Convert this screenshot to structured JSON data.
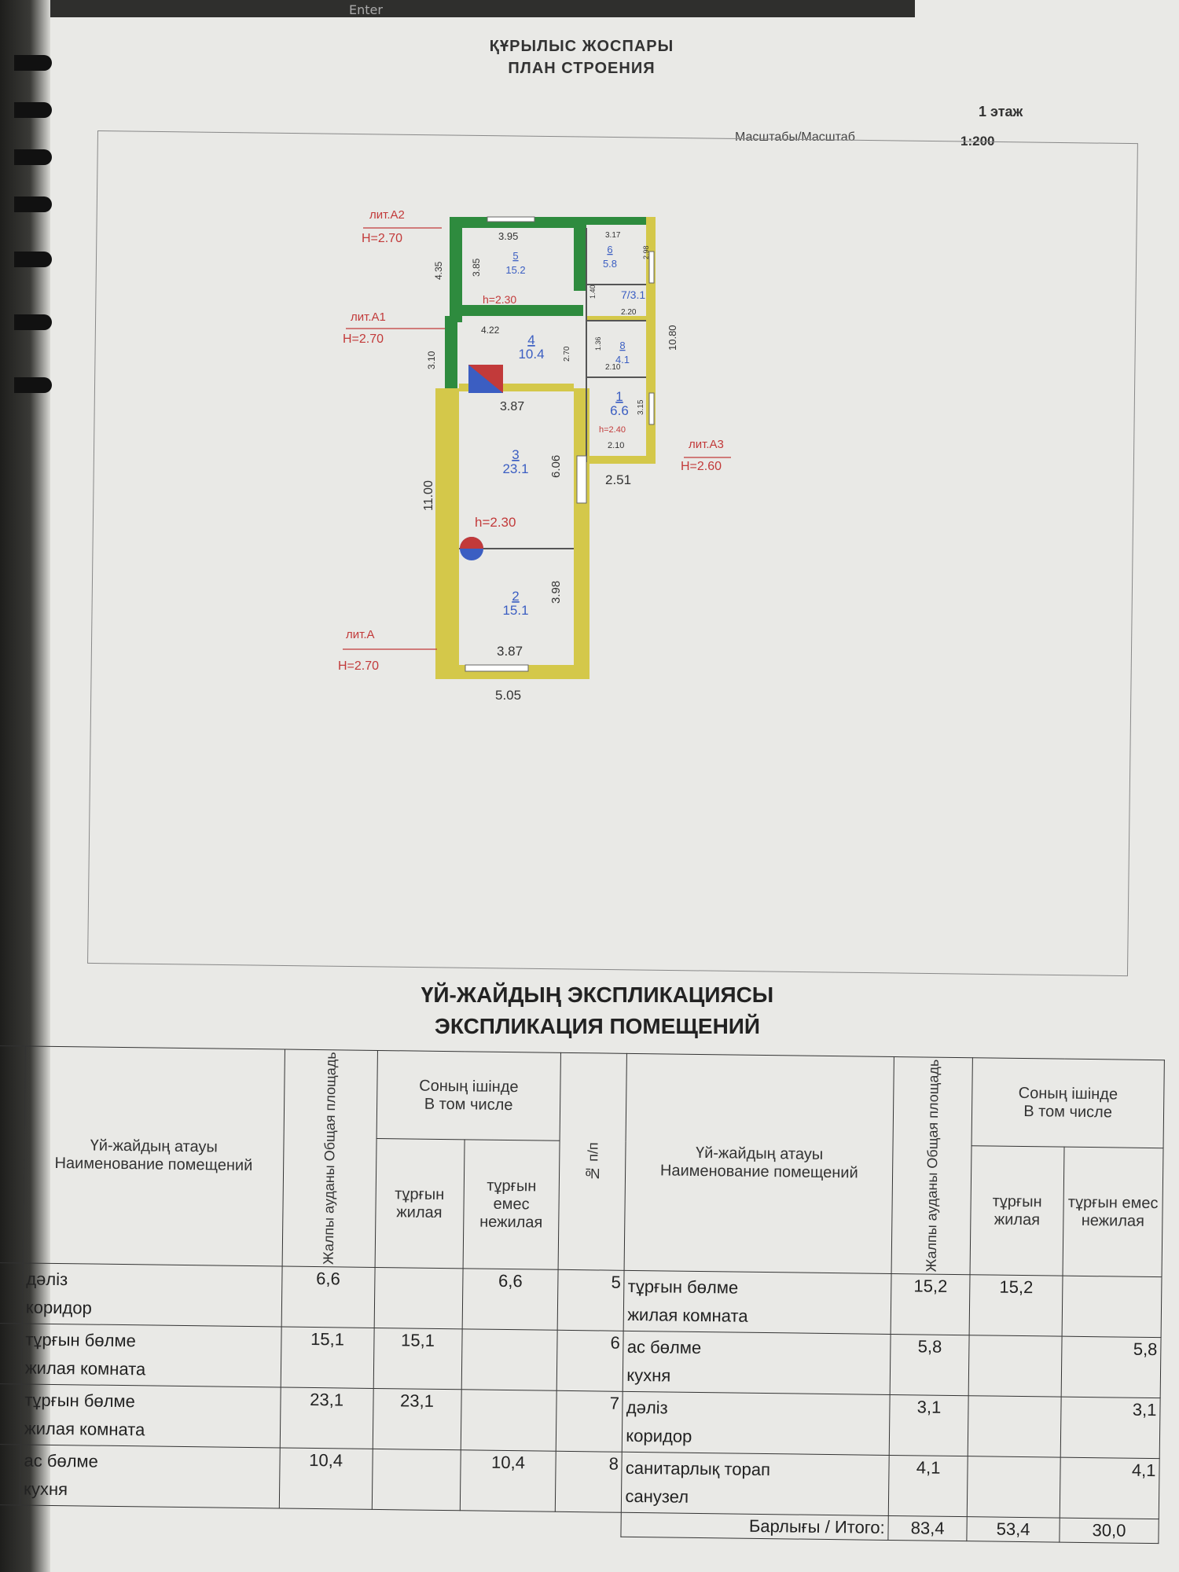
{
  "topbar": {
    "enter": "Enter"
  },
  "header": {
    "title_kz": "ҚҰРЫЛЫС ЖОСПАРЫ",
    "title_ru": "ПЛАН СТРОЕНИЯ",
    "floor": "1 этаж",
    "scale_label": "Масштабы/Масштаб",
    "scale_value": "1:200"
  },
  "plan": {
    "colors": {
      "green": "#2e8b3e",
      "yellow": "#d4c84a",
      "red": "#c23a3a",
      "blue": "#3b5ec2"
    },
    "lit_labels": [
      {
        "name": "лит.А2",
        "h": "Н=2.70"
      },
      {
        "name": "лит.А1",
        "h": "Н=2.70"
      },
      {
        "name": "лит.А3",
        "h": "Н=2.60"
      },
      {
        "name": "лит.А",
        "h": "Н=2.70"
      }
    ],
    "rooms": [
      {
        "no": "5",
        "area": "15.2"
      },
      {
        "no": "6",
        "area": "5.8"
      },
      {
        "no": "7",
        "area": "7/3.1"
      },
      {
        "no": "4",
        "area": "10.4"
      },
      {
        "no": "8",
        "area": "4.1"
      },
      {
        "no": "1",
        "area": "6.6"
      },
      {
        "no": "3",
        "area": "23.1"
      },
      {
        "no": "2",
        "area": "15.1"
      }
    ],
    "heights": [
      "h=2.30",
      "h=2.40",
      "h=2.30"
    ],
    "dims": [
      "3.95",
      "4.35",
      "3.85",
      "3.17",
      "2.98",
      "4.22",
      "3.10",
      "2.70",
      "1.36",
      "1.40",
      "2.20",
      "10.80",
      "2.10",
      "3.87",
      "3.15",
      "2.10",
      "2.51",
      "11.00",
      "6.06",
      "3.98",
      "3.87",
      "5.05"
    ]
  },
  "table": {
    "title_kz": "ҮЙ-ЖАЙДЫҢ ЭКСПЛИКАЦИЯСЫ",
    "title_ru": "ЭКСПЛИКАЦИЯ ПОМЕЩЕНИЙ",
    "headers": {
      "name_kz": "Үй-жайдың атауы",
      "name_ru": "Наименование помещений",
      "total": "Жалпы ауданы Общая площадь",
      "incl_kz": "Соның ішінде",
      "incl_ru": "В том числе",
      "res": "тұрғын жилая",
      "nonres": "тұрғын емес нежилая",
      "no": "№ п/п"
    },
    "left_rows": [
      {
        "kz": "дәліз",
        "ru": "коридор",
        "total": "6,6",
        "res": "",
        "nonres": "6,6"
      },
      {
        "kz": "тұрғын бөлме",
        "ru": "жилая комната",
        "total": "15,1",
        "res": "15,1",
        "nonres": ""
      },
      {
        "kz": "тұрғын бөлме",
        "ru": "жилая комната",
        "total": "23,1",
        "res": "23,1",
        "nonres": ""
      },
      {
        "kz": "ас бөлме",
        "ru": "кухня",
        "total": "10,4",
        "res": "",
        "nonres": "10,4"
      }
    ],
    "right_rows": [
      {
        "no": "5",
        "kz": "тұрғын бөлме",
        "ru": "жилая комната",
        "total": "15,2",
        "res": "15,2",
        "nonres": ""
      },
      {
        "no": "6",
        "kz": "ас бөлме",
        "ru": "кухня",
        "total": "5,8",
        "res": "",
        "nonres": "5,8"
      },
      {
        "no": "7",
        "kz": "дәліз",
        "ru": "коридор",
        "total": "3,1",
        "res": "",
        "nonres": "3,1"
      },
      {
        "no": "8",
        "kz": "санитарлық торап",
        "ru": "санузел",
        "total": "4,1",
        "res": "",
        "nonres": "4,1"
      }
    ],
    "total_label": "Барлығы / Итого:",
    "total": "83,4",
    "total_res": "53,4",
    "total_nonres": "30,0"
  }
}
